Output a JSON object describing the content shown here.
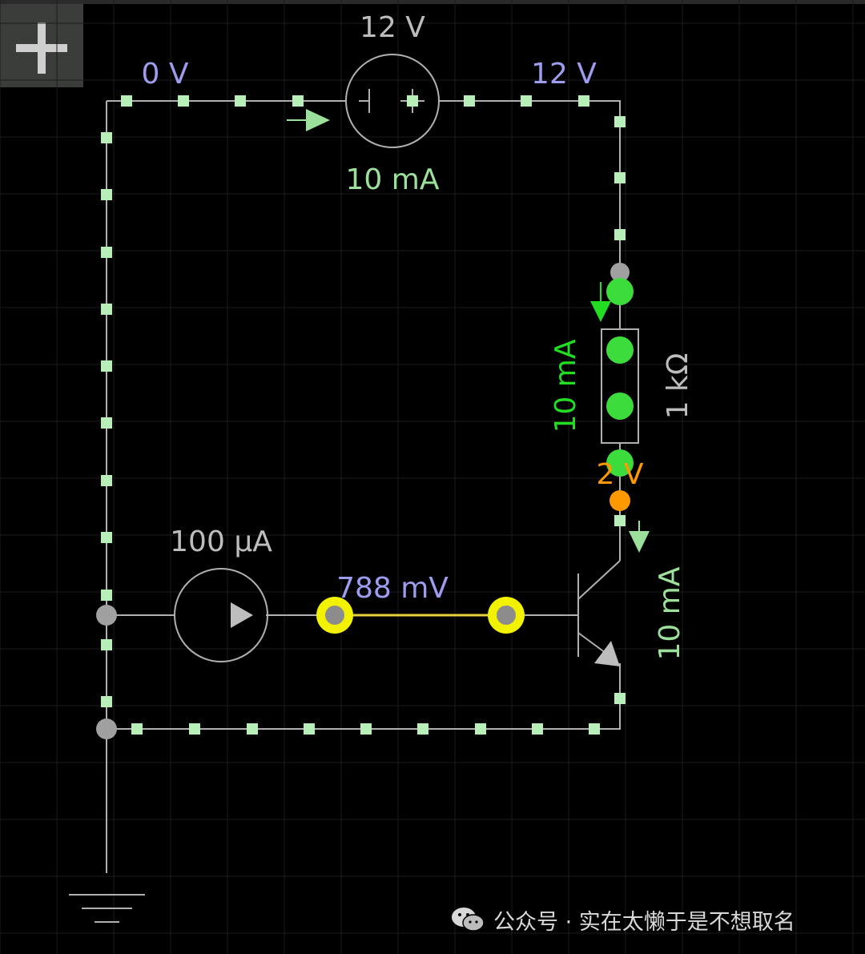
{
  "toolbar": {
    "add_label": "+"
  },
  "labels": {
    "source_voltage": "12 V",
    "node_left_voltage": "0 V",
    "node_right_voltage": "12 V",
    "source_current": "10 mA",
    "resistor_current": "10 mA",
    "resistor_value": "1 kΩ",
    "collector_voltage": "2 V",
    "current_source_value": "100 µA",
    "base_voltage": "788 mV",
    "transistor_current": "10 mA"
  },
  "watermark": {
    "text": "公众号 · 实在太懒于是不想取名"
  },
  "colors": {
    "background": "#000000",
    "grid": "#1e1e1e",
    "wire": "#b0b0b0",
    "current_dot": "#b8efb8",
    "high_voltage_green": "#3ddc3d",
    "label_gray": "#bdbdbd",
    "label_green": "#9be09b",
    "label_bright_green": "#22dd22",
    "label_orange": "#ff9900",
    "label_purple": "#9d9df0",
    "probe_yellow": "#f2f200",
    "node_gray": "#a0a0a0"
  }
}
